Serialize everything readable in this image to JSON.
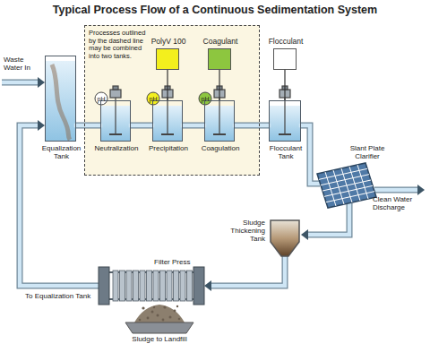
{
  "diagram": {
    "title": "Typical Process Flow of a Continuous Sedimentation System",
    "nodes": [
      {
        "text": [
          "Processes outlined by the dashed line may be combined into two tanks."
        ]
      },
      {
        "text": [
          "PolyV 100"
        ],
        "in": 0
      },
      {
        "text": [
          "Coagulant"
        ],
        "in": 0
      },
      {
        "text": [
          "Flocculant"
        ]
      },
      {
        "text": [
          "Equalization Tank"
        ]
      },
      {
        "text": [
          "Neutralization"
        ],
        "in": 0
      },
      {
        "text": [
          "Precipitation"
        ],
        "in": 0
      },
      {
        "text": [
          "Coagulation"
        ],
        "in": 0
      },
      {
        "text": [
          "Flocculant Tank"
        ]
      },
      {
        "text": [
          "Slant Plate Clarifier"
        ]
      },
      {
        "text": [
          "Sludge Thickening Tank"
        ]
      },
      {
        "text": [
          "Filter Press"
        ]
      },
      {
        "text": [
          "Sludge to Landfill"
        ]
      }
    ],
    "edges": [
      {
        "from": 4,
        "to": 5,
        "arrow": "none"
      },
      {
        "from": 5,
        "to": 6,
        "arrow": "none"
      },
      {
        "from": 6,
        "to": 7,
        "arrow": "none"
      },
      {
        "from": 7,
        "to": 8,
        "arrow": "none"
      },
      {
        "from": 8,
        "to": 9,
        "arrow": "none"
      },
      {
        "from": 1,
        "to": 6,
        "arrow": "none"
      },
      {
        "from": 2,
        "to": 7,
        "arrow": "none"
      },
      {
        "from": 3,
        "to": 8,
        "arrow": "none"
      },
      {
        "from": 9,
        "to": 10,
        "arrow": "to"
      },
      {
        "from": 10,
        "to": 11,
        "arrow": "to"
      },
      {
        "from": 11,
        "to": 4,
        "arrow": "to"
      }
    ],
    "labels": [
      "Waste Water In",
      "pH",
      "pH",
      "pH",
      "Clean Water Discharge",
      "To Equalization Tank"
    ]
  }
}
